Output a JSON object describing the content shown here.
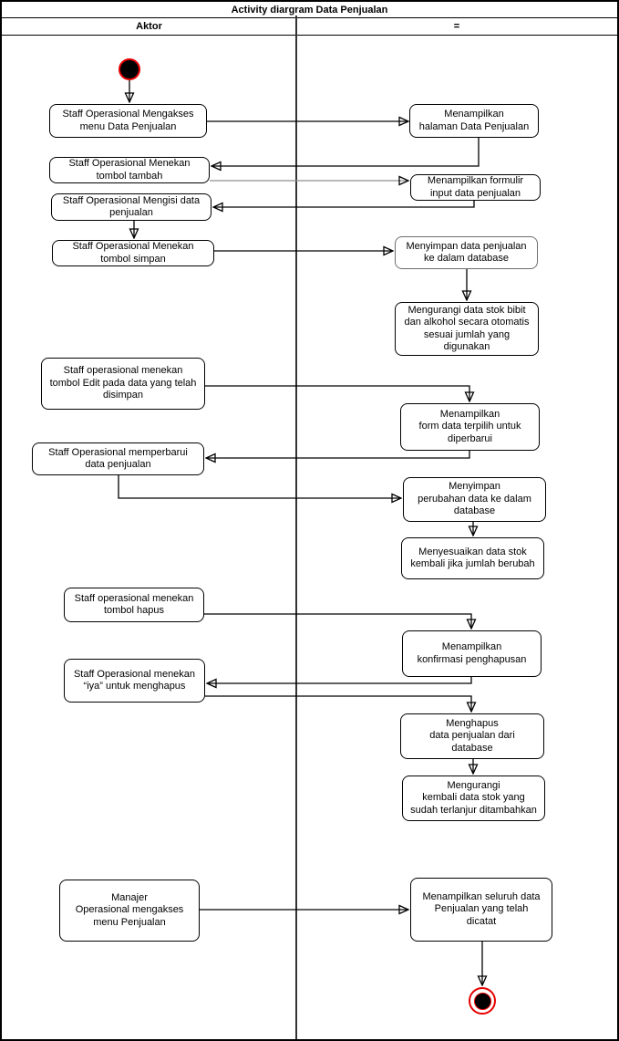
{
  "diagram": {
    "title": "Activity diargram Data Penjualan",
    "lanes": [
      {
        "label": "Aktor"
      },
      {
        "label": "="
      }
    ],
    "type": "uml-activity-swimlane"
  },
  "colors": {
    "node_terminal_red": "#e60000",
    "node_fill": "#ffffff",
    "line": "#000000",
    "gray_connector": "#8f8f8f",
    "lane_divider": "#333333"
  },
  "nodes": {
    "l1": {
      "label": "Staff Operasional Mengakses\nmenu Data Penjualan"
    },
    "l2": {
      "label": "Staff Operasional Menekan\ntombol tambah"
    },
    "l3": {
      "label": "Staff Operasional Mengisi data\npenjualan"
    },
    "l4": {
      "label": "Staff Operasional Menekan\ntombol simpan"
    },
    "l5": {
      "label": "Staff operasional menekan\ntombol Edit pada data yang telah\ndisimpan"
    },
    "l6": {
      "label": "Staff Operasional memperbarui\ndata penjualan"
    },
    "l7": {
      "label": "Staff operasional menekan\ntombol hapus"
    },
    "l8": {
      "label": "Staff Operasional menekan\n“iya” untuk menghapus"
    },
    "l9": {
      "label": "Manajer\nOperasional mengakses\nmenu Penjualan"
    },
    "r1": {
      "label": "Menampilkan\nhalaman Data Penjualan"
    },
    "r2": {
      "label": "Menampilkan formulir\ninput data penjualan"
    },
    "r3": {
      "label": "Menyimpan data penjualan\nke dalam database"
    },
    "r4": {
      "label": "Mengurangi data stok bibit\ndan alkohol secara otomatis\nsesuai jumlah yang\ndigunakan"
    },
    "r5": {
      "label": "Menampilkan\nform data terpilih untuk\ndiperbarui"
    },
    "r6": {
      "label": "Menyimpan\nperubahan data ke dalam\ndatabase"
    },
    "r7": {
      "label": "Menyesuaikan data stok\nkembali jika jumlah berubah"
    },
    "r8": {
      "label": "Menampilkan\nkonfirmasi penghapusan"
    },
    "r9": {
      "label": "Menghapus\ndata penjualan dari\ndatabase"
    },
    "r10": {
      "label": "Mengurangi\nkembali data stok yang\nsudah terlanjur ditambahkan"
    },
    "r11": {
      "label": "Menampilkan seluruh data\nPenjualan  yang telah\ndicatat"
    }
  }
}
